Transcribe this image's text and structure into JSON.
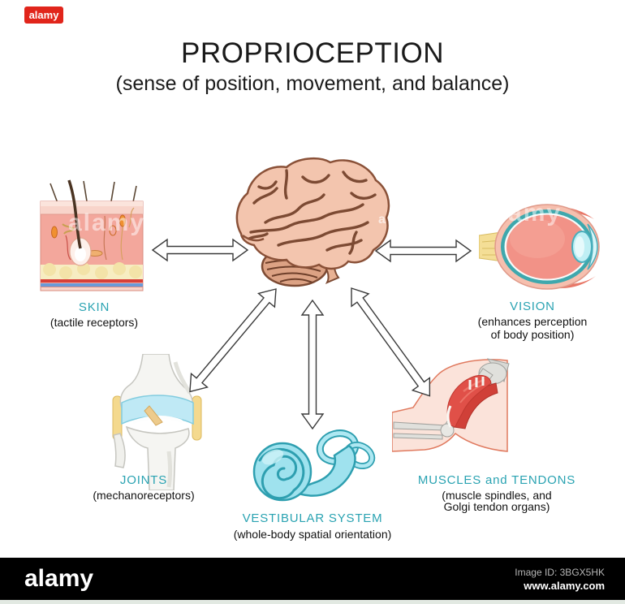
{
  "title": "PROPRIOCEPTION",
  "subtitle": "(sense of position, movement, and balance)",
  "nodes": {
    "skin": {
      "label": "SKIN",
      "sublabel": "(tactile receptors)"
    },
    "vision": {
      "label": "VISION",
      "sublabel_line1": "(enhances perception",
      "sublabel_line2": "of body position)"
    },
    "joints": {
      "label": "JOINTS",
      "sublabel": "(mechanoreceptors)"
    },
    "vestibular": {
      "label": "VESTIBULAR SYSTEM",
      "sublabel": "(whole-body spatial orientation)"
    },
    "muscles": {
      "label": "MUSCLES and TENDONS",
      "sublabel_line1": "(muscle spindles, and",
      "sublabel_line2": "Golgi tendon organs)"
    }
  },
  "watermark": {
    "brand": "alamy",
    "small_glyph": "a"
  },
  "footer": {
    "brand": "alamy",
    "image_id": "Image ID: 3BGX5HK",
    "website": "www.alamy.com"
  },
  "colors": {
    "accent_teal": "#2aa3b2",
    "alamy_red": "#e1251b",
    "footer_bg": "#000000",
    "brain_fill": "#f3c5ae",
    "brain_line": "#7c4a33",
    "illustration_blue": "#9fe2ee"
  }
}
